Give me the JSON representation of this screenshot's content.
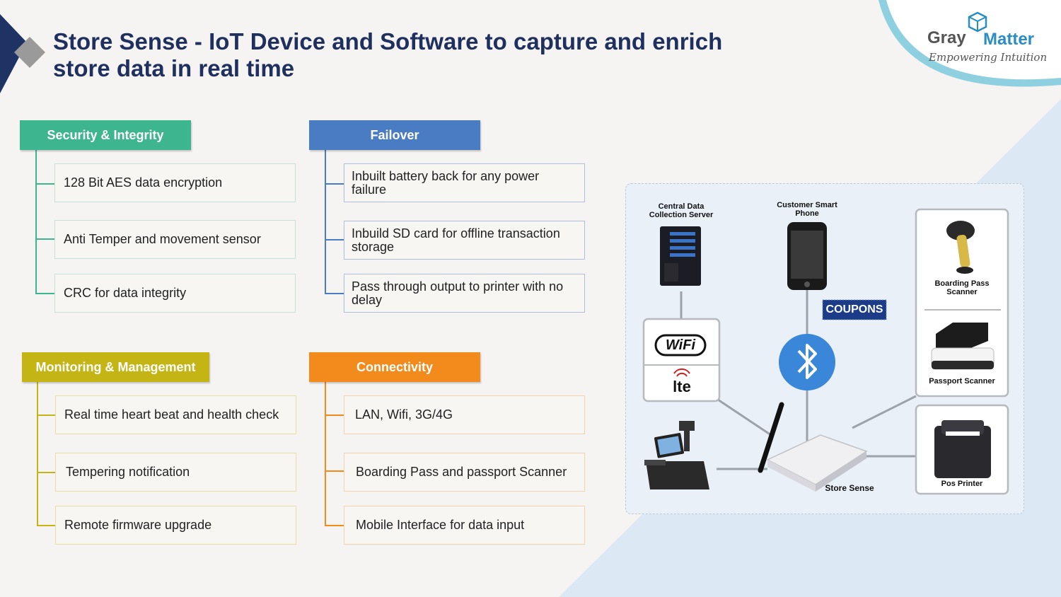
{
  "title": "Store Sense - IoT Device and Software to capture and enrich store data in real time",
  "logo": {
    "brand_left": "Gray",
    "brand_right": "Matter",
    "tagline": "Empowering Intuition"
  },
  "sections": {
    "security": {
      "title": "Security & Integrity",
      "items": [
        "128 Bit AES data encryption",
        "Anti Temper and movement sensor",
        "CRC for data integrity"
      ]
    },
    "failover": {
      "title": "Failover",
      "items": [
        "Inbuilt battery back for any power failure",
        "Inbuild SD card for offline transaction storage",
        "Pass through output to printer with no delay"
      ]
    },
    "monitoring": {
      "title": "Monitoring & Management",
      "items": [
        "Real time heart beat and health check",
        "Tempering notification",
        "Remote firmware upgrade"
      ]
    },
    "connectivity": {
      "title": "Connectivity",
      "items": [
        "LAN, Wifi, 3G/4G",
        "Boarding Pass and passport  Scanner",
        "Mobile Interface for data input"
      ]
    }
  },
  "diagram": {
    "server_label": "Central Data Collection Server",
    "phone_label": "Customer Smart Phone",
    "coupons": "COUPONS",
    "wifi": "WiFi",
    "lte": "lte",
    "boarding_label": "Boarding Pass Scanner",
    "passport_label": "Passport Scanner",
    "printer_label": "Pos Printer",
    "store_label": "Store Sense"
  },
  "colors": {
    "title": "#1f2f5e",
    "security": "#3db58f",
    "failover": "#4a7cc4",
    "monitoring": "#c4b514",
    "connectivity": "#f28a1c"
  }
}
